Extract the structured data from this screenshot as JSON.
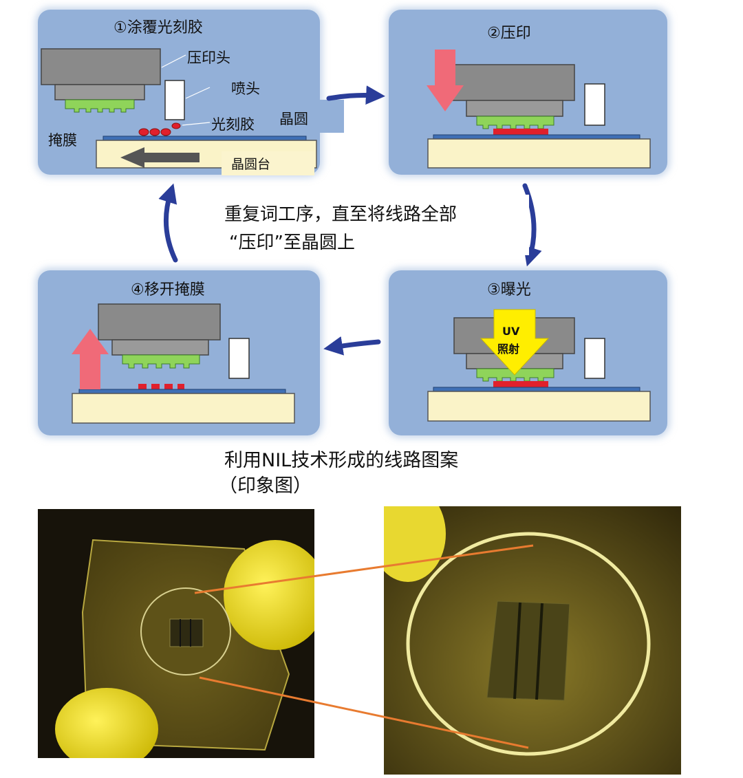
{
  "panels": {
    "step1": {
      "title": "①涂覆光刻胶",
      "labels": {
        "imprint_head": "压印头",
        "nozzle": "喷头",
        "resist": "光刻胶",
        "wafer": "晶圆",
        "mask": "掩膜",
        "wafer_stage": "晶圆台"
      }
    },
    "step2": {
      "title": "②压印"
    },
    "step3": {
      "title": "③曝光",
      "uv_line1": "UV",
      "uv_line2": "照射"
    },
    "step4": {
      "title": "④移开掩膜"
    }
  },
  "center_note": {
    "line1": "重复词工序，直至将线路全部",
    "line2": "“压印”至晶圆上"
  },
  "caption": {
    "line1": "利用NIL技术形成的线路图案",
    "line2": "（印象图）"
  },
  "colors": {
    "panel_bg": "#93b0d8",
    "flow_arrow": "#2a3d99",
    "press_gray": "#808080",
    "mask_green": "#8fd45a",
    "resist_red": "#e0202c",
    "stage_cream": "#faf3c8",
    "wafer_blue": "#3f6fb5",
    "motion_arrow_pink": "#f06a78",
    "uv_yellow": "#ffee00",
    "zoom_line_orange": "#e87b30"
  }
}
